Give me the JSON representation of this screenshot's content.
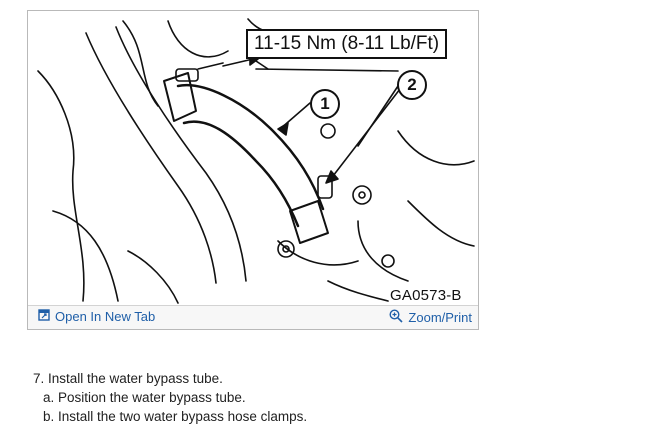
{
  "figure": {
    "torque_spec": "11-15 Nm (8-11 Lb/Ft)",
    "callout_1": "1",
    "callout_2": "2",
    "figure_code": "GA0573-B",
    "open_tab_label": "Open In New Tab",
    "zoom_label": "Zoom/Print",
    "open_tab_icon": "open-in-new-tab-icon",
    "zoom_icon": "zoom-in-icon",
    "link_color": "#1f5fa8"
  },
  "instructions": {
    "step": "7. Install the water bypass tube.",
    "sub_a": "a. Position the water bypass tube.",
    "sub_b": "b. Install the two water bypass hose clamps."
  }
}
